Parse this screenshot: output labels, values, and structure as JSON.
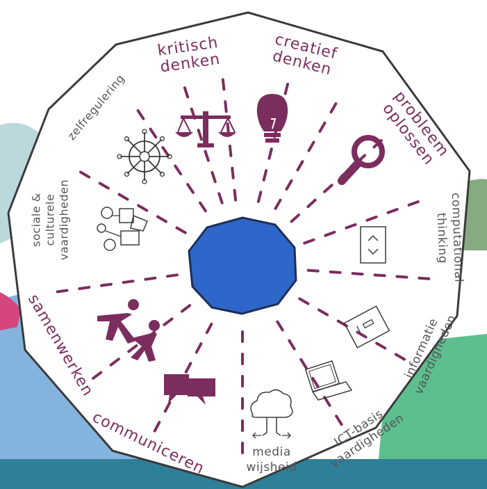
{
  "colors": {
    "accent": "#7b2d5e",
    "outline": "#3a3a3a",
    "grey_text": "#555555",
    "center_blue": "#2f66c9",
    "teal_band": "#2e7f98",
    "green_shape": "#5dbf8e",
    "pink_shape": "#d6467e",
    "blue_water": "#6fa6d8"
  },
  "segments": [
    {
      "id": "kritisch-denken",
      "lines": [
        "kritisch",
        "denken"
      ],
      "icon": "scales-icon",
      "highlight": true
    },
    {
      "id": "creatief-denken",
      "lines": [
        "creatief",
        "denken"
      ],
      "icon": "lightbulb-icon",
      "highlight": true
    },
    {
      "id": "probleem-oplossen",
      "lines": [
        "probleem",
        "oplossen"
      ],
      "icon": "magnifier-icon",
      "highlight": true
    },
    {
      "id": "computational-thinking",
      "lines": [
        "computational",
        "thinking"
      ],
      "icon": "arrows-box-icon",
      "highlight": false
    },
    {
      "id": "informatie-vaardigheden",
      "lines": [
        "informatie",
        "vaardigheden"
      ],
      "icon": "document-icon",
      "highlight": false
    },
    {
      "id": "ict-basis-vaardigheden",
      "lines": [
        "ICT-basis",
        "vaardigheden"
      ],
      "icon": "laptop-icon",
      "highlight": false
    },
    {
      "id": "media-wijsheid",
      "lines": [
        "media",
        "wijsheid"
      ],
      "icon": "cloud-legs-icon",
      "highlight": false
    },
    {
      "id": "communiceren",
      "lines": [
        "communiceren"
      ],
      "icon": "speech-bubbles-icon",
      "highlight": true
    },
    {
      "id": "samenwerken",
      "lines": [
        "samenwerken"
      ],
      "icon": "two-people-icon",
      "highlight": true
    },
    {
      "id": "sociale-culturele-vaardigheden",
      "lines": [
        "sociale &",
        "culturele",
        "vaardigheden"
      ],
      "icon": "people-network-icon",
      "highlight": false
    },
    {
      "id": "zelfregulering",
      "lines": [
        "zelfregulering"
      ],
      "icon": "ship-wheel-icon",
      "highlight": false
    }
  ]
}
